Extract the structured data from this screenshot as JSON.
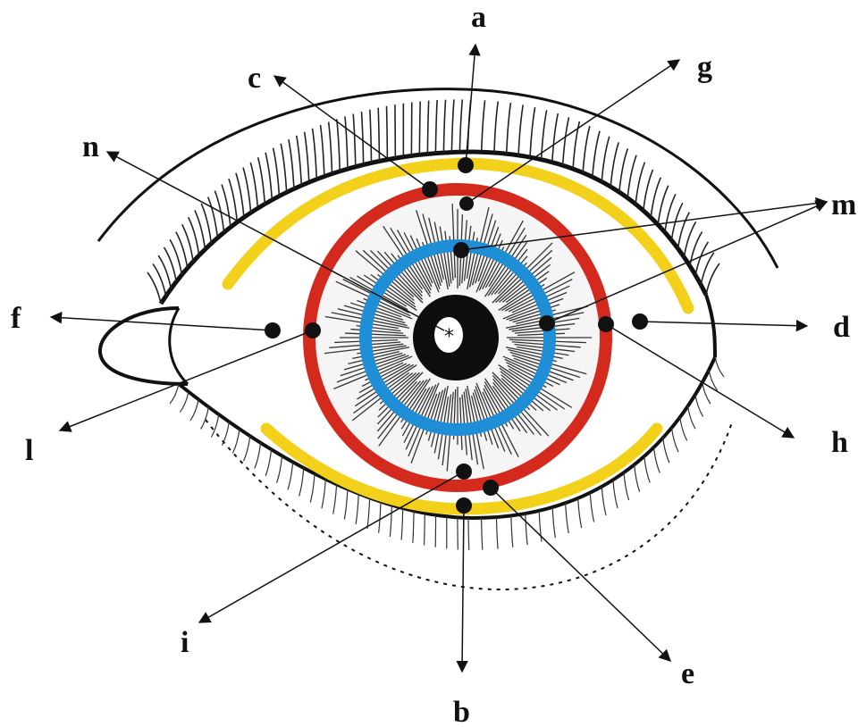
{
  "labels": {
    "a": "a",
    "b": "b",
    "c": "c",
    "d": "d",
    "e": "e",
    "f": "f",
    "g": "g",
    "h": "h",
    "i": "i",
    "l": "l",
    "m": "m",
    "n": "n"
  },
  "colors": {
    "yellow_ring": "#f3d11a",
    "red_ring": "#d42a1e",
    "blue_ring": "#1e8fd6",
    "ink": "#111111"
  },
  "icons": {
    "arrow": "arrowhead-icon",
    "point": "dot-marker-icon",
    "center": "asterisk-icon"
  }
}
